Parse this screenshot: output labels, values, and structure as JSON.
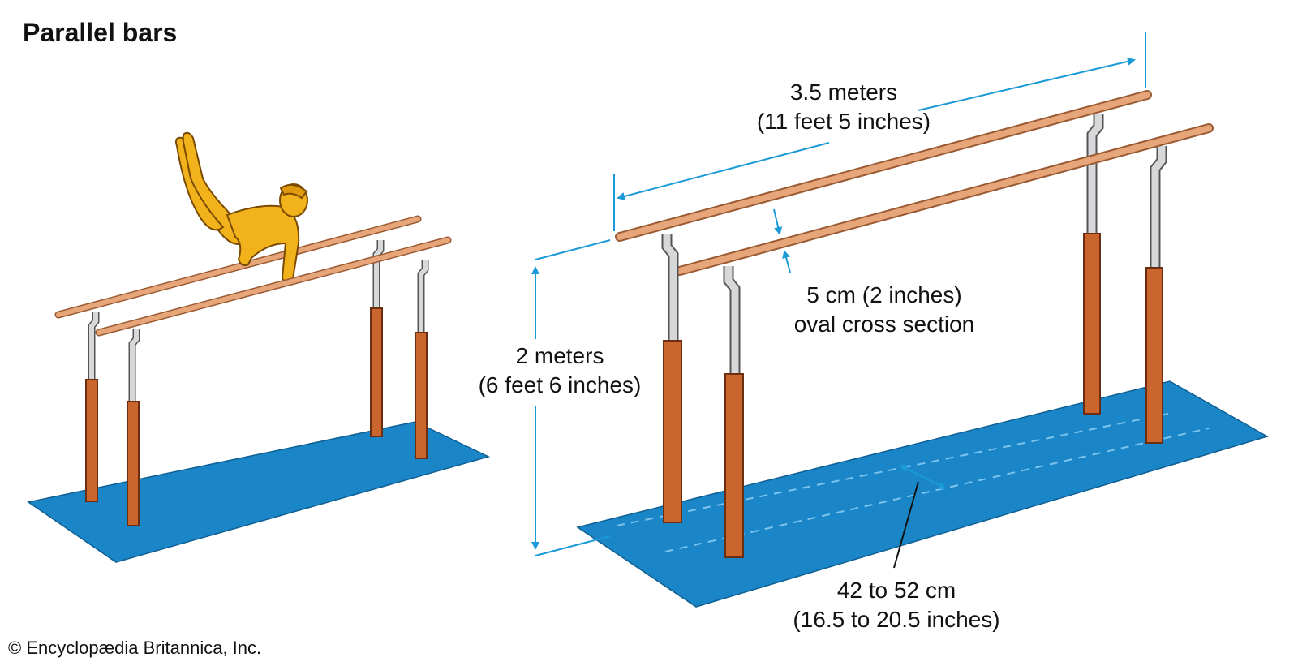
{
  "title": "Parallel bars",
  "credit": "© Encyclopædia Britannica, Inc.",
  "dimensions": {
    "length": {
      "value": "3.5 meters",
      "imperial": "(11 feet 5 inches)"
    },
    "height": {
      "value": "2 meters",
      "imperial": "(6 feet 6 inches)"
    },
    "cross_section": {
      "value": "5 cm (2 inches)",
      "description": "oval cross section"
    },
    "bar_spacing": {
      "value": "42 to 52 cm",
      "imperial": "(16.5 to 20.5 inches)"
    }
  },
  "colors": {
    "mat": "#1a86c7",
    "mat_edge": "#0f5f93",
    "upright_wood": "#c9652d",
    "upright_edge": "#6b2e10",
    "steel": "#d6d8da",
    "rail": "#e6a679",
    "rail_edge": "#9a5a33",
    "dimension_line": "#1a9ad6",
    "gymnast": "#f2b21c"
  }
}
